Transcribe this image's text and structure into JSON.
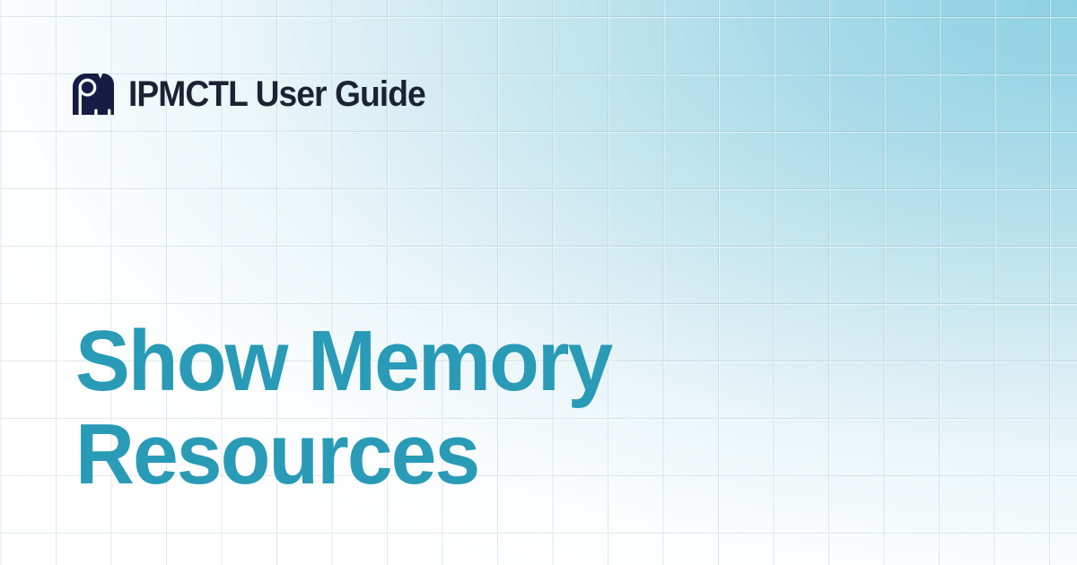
{
  "brand": {
    "name": "IPMCTL User Guide",
    "logo_icon": "elephant-logo"
  },
  "hero": {
    "title": "Show Memory Resources",
    "title_lines": [
      "Show Memory",
      "Resources"
    ]
  },
  "colors": {
    "title_teal": "#299BB6",
    "brand_text_navy": "#1C2233",
    "logo_navy": "#171C44",
    "background_blue_top_right": "#8ED1E2",
    "background_white_bottom_left": "#FFFFFF",
    "grid_line_dark": "rgba(82,122,142,0.17)",
    "grid_line_highlight": "rgba(255,255,255,0.55)"
  }
}
